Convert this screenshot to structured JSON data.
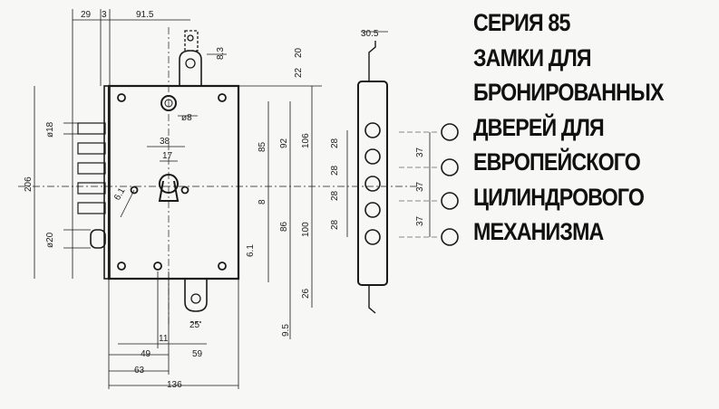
{
  "title": {
    "lines": [
      "СЕРИЯ 85",
      "ЗАМКИ ДЛЯ",
      "БРОНИРОВАННЫХ",
      "ДВЕРЕЙ ДЛЯ",
      "ЕВРОПЕЙСКОГО",
      "ЦИЛИНДРОВОГО",
      "МЕХАНИЗМА"
    ]
  },
  "dimensions": {
    "top_29": "29",
    "top_3": "3",
    "top_91_5": "91.5",
    "right_8_3": "8.3",
    "right_22": "22",
    "right_20": "20",
    "dia_8": "ø8",
    "dia_18": "ø18",
    "dia_20": "ø20",
    "d_38": "38",
    "d_17": "17",
    "d_6_1_key": "6.1",
    "d_85": "85",
    "d_92": "92",
    "d_106": "106",
    "d_8": "8",
    "d_86": "86",
    "d_100": "100",
    "d_206": "206",
    "d_6_1_lower": "6.1",
    "d_26": "26",
    "d_25": "25",
    "d_9_5": "9.5",
    "d_11": "11",
    "d_49": "49",
    "d_59": "59",
    "d_63": "63",
    "d_136": "136",
    "side_30_5": "30.5",
    "side_28": [
      "28",
      "28",
      "28",
      "28"
    ],
    "bolts_37": [
      "37",
      "37",
      "37"
    ]
  }
}
